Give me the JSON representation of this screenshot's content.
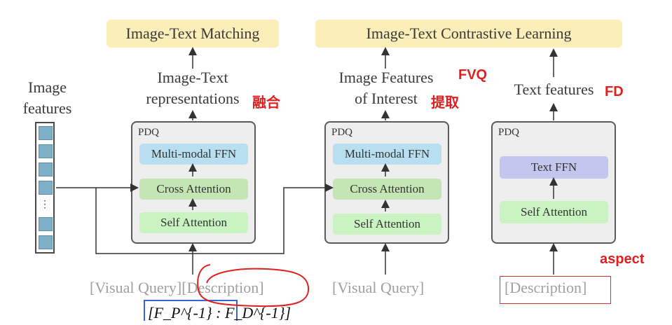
{
  "top_boxes": {
    "matching": "Image-Text Matching",
    "contrastive": "Image-Text Contrastive Learning"
  },
  "left_label": {
    "line1": "Image",
    "line2": "features"
  },
  "outputs": {
    "it_repr": {
      "line1": "Image-Text",
      "line2": "representations"
    },
    "img_interest": {
      "line1": "Image Features",
      "line2": "of Interest"
    },
    "text_features": "Text features"
  },
  "annotations": {
    "fusion": "融合",
    "fvq": "FVQ",
    "extract": "提取",
    "fd": "FD",
    "aspect": "aspect"
  },
  "pdq_modules": [
    {
      "title": "PDQ",
      "blocks": [
        "Multi-modal FFN",
        "Cross Attention",
        "Self Attention"
      ]
    },
    {
      "title": "PDQ",
      "blocks": [
        "Multi-modal FFN",
        "Cross Attention",
        "Self Attention"
      ]
    },
    {
      "title": "PDQ",
      "blocks": [
        "Text FFN",
        "Self Attention"
      ]
    }
  ],
  "queries": {
    "q1": "[Visual Query][Description]",
    "q2": "[Visual Query]",
    "q3": "[Description]"
  },
  "feature_ellipsis": "⋮",
  "formula": "[F_P^{-1} : F_D^{-1}]",
  "colors": {
    "top_box": "#fbeeb8",
    "ffn": "#b8dff0",
    "cross_attention": "#c4e6b4",
    "self_attention": "#c9f3c0",
    "text_ffn": "#c3c6ee",
    "annotation_red": "#e0201f",
    "formula_border": "#3a63d1"
  }
}
